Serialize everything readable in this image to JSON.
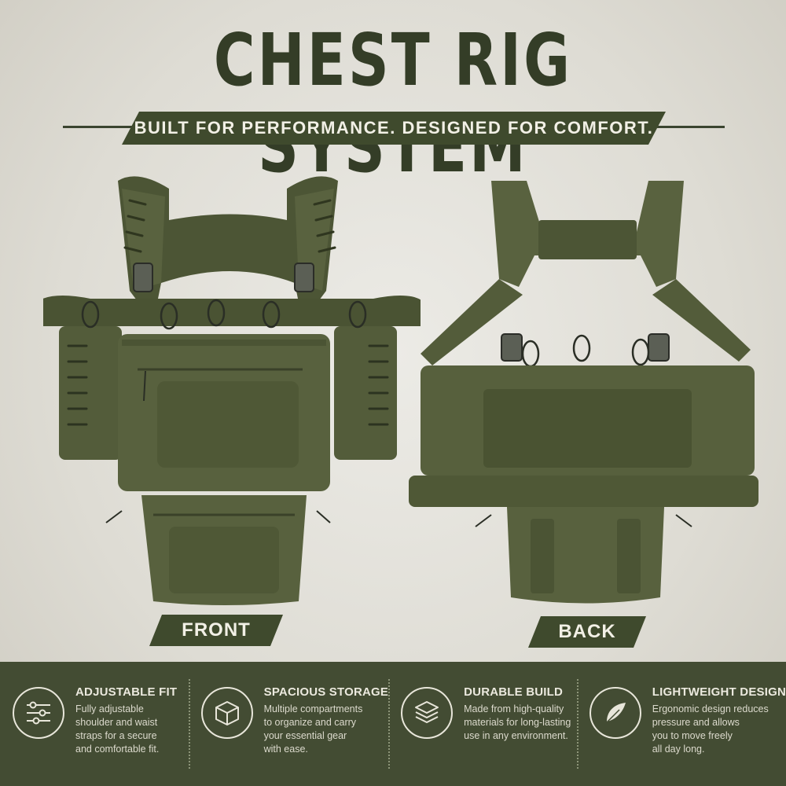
{
  "header": {
    "title": "CHEST RIG SYSTEM",
    "subtitle": "BUILT FOR PERFORMANCE. DESIGNED FOR COMFORT."
  },
  "views": {
    "front_label": "FRONT",
    "back_label": "BACK"
  },
  "features": [
    {
      "title": "ADJUSTABLE FIT",
      "icon": "sliders-icon",
      "lines": [
        "Fully adjustable",
        "shoulder and waist",
        "straps for a secure",
        "and comfortable fit."
      ]
    },
    {
      "title": "SPACIOUS STORAGE",
      "icon": "box-icon",
      "lines": [
        "Multiple compartments",
        "to organize and carry",
        "your essential gear",
        "with ease."
      ]
    },
    {
      "title": "DURABLE BUILD",
      "icon": "layers-icon",
      "lines": [
        "Made from high-quality",
        "materials for long-lasting",
        "use in any environment."
      ]
    },
    {
      "title": "LIGHTWEIGHT DESIGN",
      "icon": "feather-icon",
      "lines": [
        "Ergonomic design reduces",
        "pressure and allows",
        "you to move freely",
        "all day long."
      ]
    }
  ],
  "colors": {
    "olive_dark": "#3f4a2d",
    "gear_olive": "#5a6340",
    "background": "#e4e2dc",
    "text_light": "#f2f0e6"
  }
}
